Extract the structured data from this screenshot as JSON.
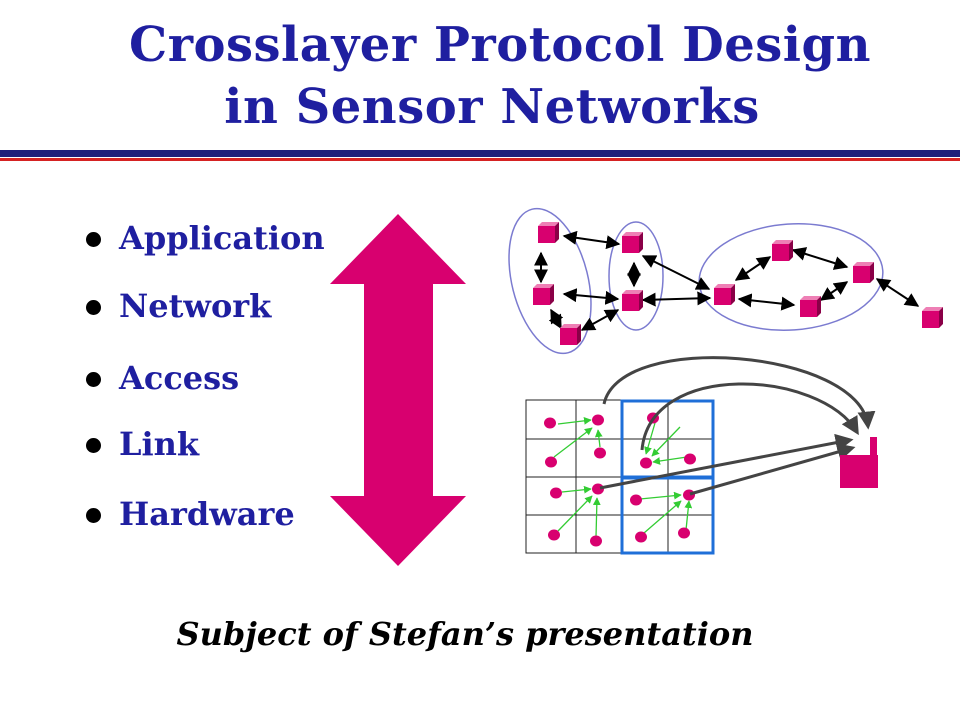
{
  "title": {
    "line1": "Crosslayer Protocol Design",
    "line2": "in Sensor Networks"
  },
  "layers": [
    "Application",
    "Network",
    "Access",
    "Link",
    "Hardware"
  ],
  "caption": "Subject of Stefan’s presentation",
  "colors": {
    "title": "#1f1fa0",
    "magenta": "#d8006f",
    "grid_highlight": "#1f6fd8",
    "green_arrows": "#33cc33"
  }
}
